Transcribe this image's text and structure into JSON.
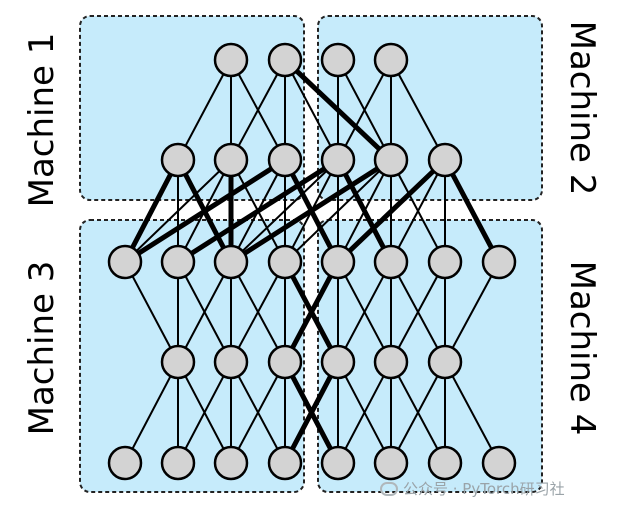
{
  "colors": {
    "region_fill": "#c6ebfb",
    "region_border": "#222222",
    "node_fill": "#d3d3d3",
    "node_stroke": "#000000",
    "edge": "#000000"
  },
  "machines": [
    {
      "id": "m1",
      "label": "Machine 1"
    },
    {
      "id": "m2",
      "label": "Machine 2"
    },
    {
      "id": "m3",
      "label": "Machine 3"
    },
    {
      "id": "m4",
      "label": "Machine 4"
    }
  ],
  "graph": {
    "layers": [
      {
        "name": "input",
        "count": 4
      },
      {
        "name": "hidden-1",
        "count": 6
      },
      {
        "name": "hidden-2",
        "count": 8
      },
      {
        "name": "hidden-3",
        "count": 6
      },
      {
        "name": "output",
        "count": 8
      }
    ]
  },
  "watermark": "公众号 · PyTorch研习社"
}
